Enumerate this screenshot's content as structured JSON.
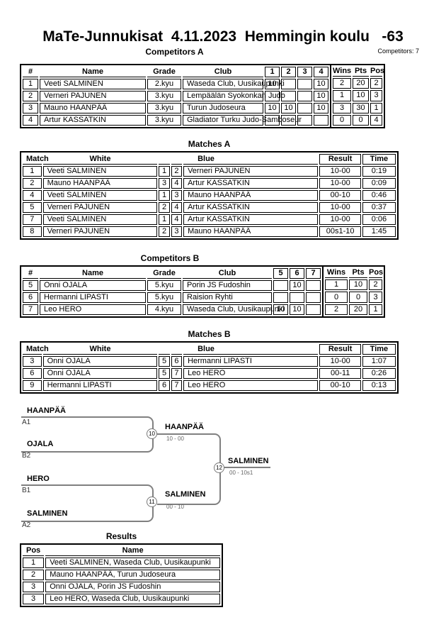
{
  "title": "MaTe-Junnukisat  4.11.2023  Hemmingin koulu   -63",
  "competitors_total": "Competitors: 7",
  "colors": {
    "table_border": "#000000",
    "bracket_line": "#808080",
    "score_text": "#666666"
  },
  "competitors_a": {
    "heading": "Competitors A",
    "headers": {
      "num": "#",
      "name": "Name",
      "grade": "Grade",
      "club": "Club",
      "m1": "1",
      "m2": "2",
      "m3": "3",
      "m4": "4",
      "wins": "Wins",
      "pts": "Pts",
      "pos": "Pos"
    },
    "rows": [
      {
        "num": "1",
        "name": "Veeti SALMINEN",
        "grade": "2.kyu",
        "club": "Waseda Club, Uusikaupunki",
        "s1": "10",
        "s2": "",
        "s3": "",
        "s4": "10",
        "wins": "2",
        "pts": "20",
        "pos": "2"
      },
      {
        "num": "2",
        "name": "Verneri PAJUNEN",
        "grade": "3.kyu",
        "club": "Lempäälän Syokonkan Judo",
        "s1": "",
        "s2": "",
        "s3": "",
        "s4": "10",
        "wins": "1",
        "pts": "10",
        "pos": "3"
      },
      {
        "num": "3",
        "name": "Mauno HAANPÄÄ",
        "grade": "3.kyu",
        "club": "Turun Judoseura",
        "s1": "10",
        "s2": "10",
        "s3": "",
        "s4": "10",
        "wins": "3",
        "pts": "30",
        "pos": "1"
      },
      {
        "num": "4",
        "name": "Artur KASSATKIN",
        "grade": "3.kyu",
        "club": "Gladiator Turku Judo-Samboseur",
        "s1": "",
        "s2": "",
        "s3": "",
        "s4": "",
        "wins": "0",
        "pts": "0",
        "pos": "4"
      }
    ]
  },
  "matches_a": {
    "heading": "Matches A",
    "headers": {
      "match": "Match",
      "white": "White",
      "blue": "Blue",
      "result": "Result",
      "time": "Time"
    },
    "rows": [
      {
        "no": "1",
        "white": "Veeti SALMINEN",
        "wn": "1",
        "bn": "2",
        "blue": "Verneri PAJUNEN",
        "result": "10-00",
        "time": "0:19"
      },
      {
        "no": "2",
        "white": "Mauno HAANPÄÄ",
        "wn": "3",
        "bn": "4",
        "blue": "Artur KASSATKIN",
        "result": "10-00",
        "time": "0:09"
      },
      {
        "no": "4",
        "white": "Veeti SALMINEN",
        "wn": "1",
        "bn": "3",
        "blue": "Mauno HAANPÄÄ",
        "result": "00-10",
        "time": "0:46"
      },
      {
        "no": "5",
        "white": "Verneri PAJUNEN",
        "wn": "2",
        "bn": "4",
        "blue": "Artur KASSATKIN",
        "result": "10-00",
        "time": "0:37"
      },
      {
        "no": "7",
        "white": "Veeti SALMINEN",
        "wn": "1",
        "bn": "4",
        "blue": "Artur KASSATKIN",
        "result": "10-00",
        "time": "0:06"
      },
      {
        "no": "8",
        "white": "Verneri PAJUNEN",
        "wn": "2",
        "bn": "3",
        "blue": "Mauno HAANPÄÄ",
        "result": "00s1-10",
        "time": "1:45"
      }
    ]
  },
  "competitors_b": {
    "heading": "Competitors B",
    "headers": {
      "num": "#",
      "name": "Name",
      "grade": "Grade",
      "club": "Club",
      "m1": "5",
      "m2": "6",
      "m3": "7",
      "wins": "Wins",
      "pts": "Pts",
      "pos": "Pos"
    },
    "rows": [
      {
        "num": "5",
        "name": "Onni OJALA",
        "grade": "5.kyu",
        "club": "Porin JS Fudoshin",
        "s1": "",
        "s2": "10",
        "s3": "",
        "wins": "1",
        "pts": "10",
        "pos": "2"
      },
      {
        "num": "6",
        "name": "Hermanni LIPASTI",
        "grade": "5.kyu",
        "club": "Raision Ryhti",
        "s1": "",
        "s2": "",
        "s3": "",
        "wins": "0",
        "pts": "0",
        "pos": "3"
      },
      {
        "num": "7",
        "name": "Leo HERO",
        "grade": "4.kyu",
        "club": "Waseda Club, Uusikaupunki",
        "s1": "10",
        "s2": "10",
        "s3": "",
        "wins": "2",
        "pts": "20",
        "pos": "1"
      }
    ]
  },
  "matches_b": {
    "heading": "Matches B",
    "headers": {
      "match": "Match",
      "white": "White",
      "blue": "Blue",
      "result": "Result",
      "time": "Time"
    },
    "rows": [
      {
        "no": "3",
        "white": "Onni OJALA",
        "wn": "5",
        "bn": "6",
        "blue": "Hermanni LIPASTI",
        "result": "10-00",
        "time": "1:07"
      },
      {
        "no": "6",
        "white": "Onni OJALA",
        "wn": "5",
        "bn": "7",
        "blue": "Leo HERO",
        "result": "00-11",
        "time": "0:26"
      },
      {
        "no": "9",
        "white": "Hermanni LIPASTI",
        "wn": "6",
        "bn": "7",
        "blue": "Leo HERO",
        "result": "00-10",
        "time": "0:13"
      }
    ]
  },
  "bracket": {
    "slot1": {
      "name": "HAANPÄÄ",
      "seed": "A1"
    },
    "slot2": {
      "name": "OJALA",
      "seed": "B2"
    },
    "slot3": {
      "name": "HERO",
      "seed": "B1"
    },
    "slot4": {
      "name": "SALMINEN",
      "seed": "A2"
    },
    "semi1": {
      "no": "10",
      "winner": "HAANPÄÄ",
      "score": "10 - 00"
    },
    "semi2": {
      "no": "11",
      "winner": "SALMINEN",
      "score": "00 - 10"
    },
    "final": {
      "no": "12",
      "winner": "SALMINEN",
      "score": "00 - 10s1"
    }
  },
  "results": {
    "heading": "Results",
    "headers": {
      "pos": "Pos",
      "name": "Name"
    },
    "rows": [
      {
        "pos": "1",
        "name": "Veeti SALMINEN, Waseda Club, Uusikaupunki"
      },
      {
        "pos": "2",
        "name": "Mauno HAANPÄÄ, Turun Judoseura"
      },
      {
        "pos": "3",
        "name": "Onni OJALA, Porin JS Fudoshin"
      },
      {
        "pos": "3",
        "name": "Leo HERO, Waseda Club, Uusikaupunki"
      }
    ]
  }
}
